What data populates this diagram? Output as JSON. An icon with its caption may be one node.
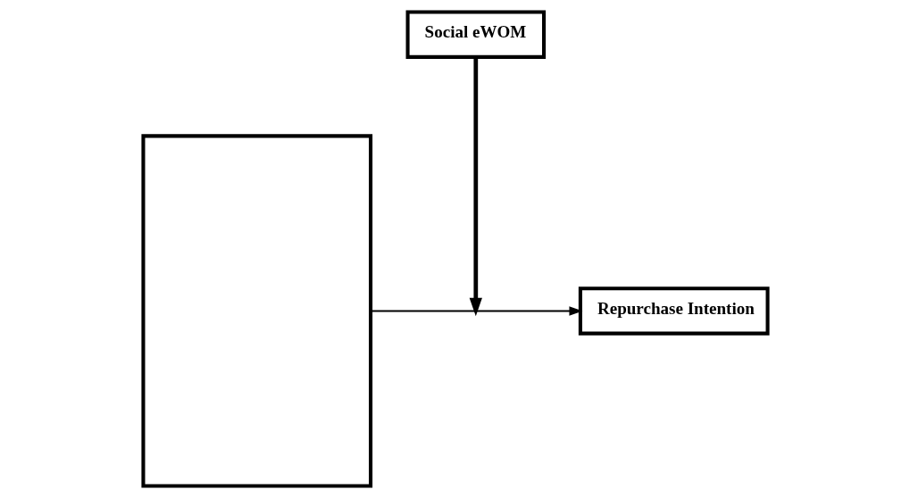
{
  "diagram": {
    "nodes": [
      {
        "text": [],
        "shape": "box"
      },
      {
        "text": [
          "Social eWOM"
        ]
      },
      {
        "text": [
          "Repurchase Intention"
        ]
      }
    ],
    "edges": [
      {
        "from": 0,
        "to": 2,
        "arrow": "to"
      },
      {
        "from": 1,
        "to": null,
        "arrow": "to",
        "style": "thick"
      }
    ]
  }
}
